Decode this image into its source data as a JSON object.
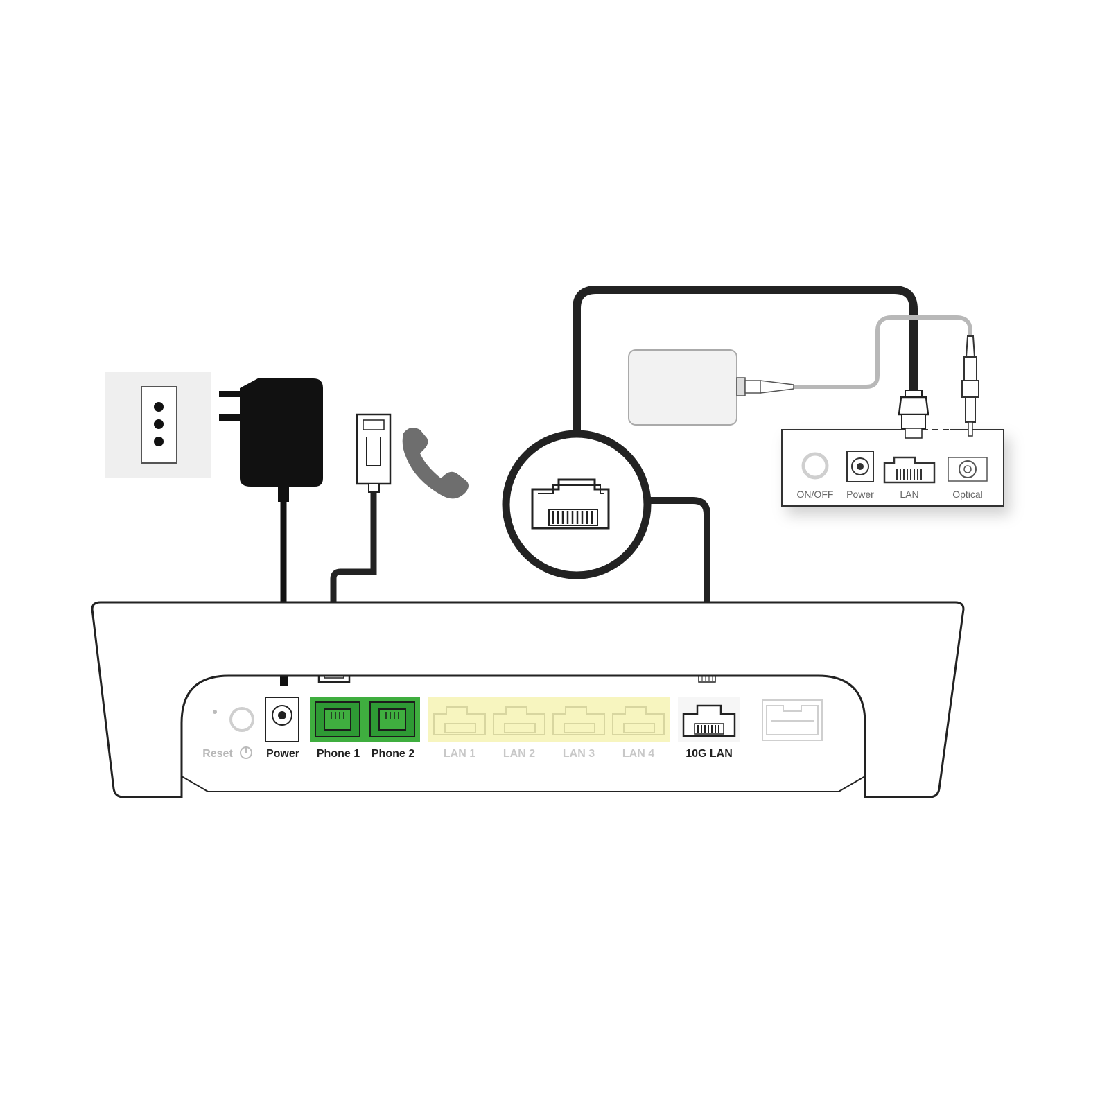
{
  "colors": {
    "cable": "#222222",
    "cable_light": "#b8b8b8",
    "phone_port_bg": "#3fae3f",
    "phone_port_bg_dark": "#2e9a34",
    "lan_port_bg": "#f7f5bf",
    "lan_label": "#c8c8c8",
    "reset_label": "#b8b8b8",
    "active_label": "#222222",
    "wall_plate": "#f0f0f0",
    "ont_body": "#f4f4f4",
    "phone_icon": "#6e6e6e"
  },
  "router": {
    "ports": {
      "reset_label": "Reset",
      "power_label": "Power",
      "phone1_label": "Phone 1",
      "phone2_label": "Phone 2",
      "lan1_label": "LAN 1",
      "lan2_label": "LAN 2",
      "lan3_label": "LAN 3",
      "lan4_label": "LAN 4",
      "lan10g_label": "10G LAN"
    }
  },
  "ont": {
    "onoff_label": "ON/OFF",
    "power_label": "Power",
    "lan_label": "LAN",
    "optical_label": "Optical"
  },
  "icons": {
    "wall_socket": "wall-socket-icon",
    "power_adapter": "power-adapter-icon",
    "phone_plug": "rj11-plug-icon",
    "telephone": "telephone-handset-icon",
    "ethernet_zoom": "ethernet-port-zoom-icon",
    "fiber_box": "fiber-termination-box-icon"
  }
}
